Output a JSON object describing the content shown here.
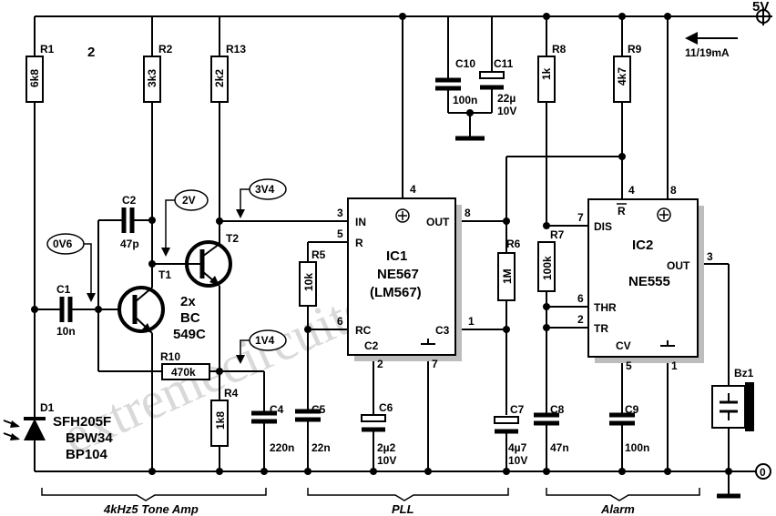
{
  "figure_number": "2",
  "supply": {
    "voltage": "5V",
    "current": "11/19mA",
    "ground": "0"
  },
  "watermark": "extremecircuits.net",
  "sections": [
    "4kHz5 Tone Amp",
    "PLL",
    "Alarm"
  ],
  "resistors": [
    {
      "ref": "R1",
      "value": "6k8"
    },
    {
      "ref": "R2",
      "value": "3k3"
    },
    {
      "ref": "R13",
      "value": "2k2"
    },
    {
      "ref": "R5",
      "value": "10k"
    },
    {
      "ref": "R6",
      "value": "1M"
    },
    {
      "ref": "R7",
      "value": "100k"
    },
    {
      "ref": "R8",
      "value": "1k"
    },
    {
      "ref": "R9",
      "value": "4k7"
    },
    {
      "ref": "R10",
      "value": "470k"
    },
    {
      "ref": "R4",
      "value": "1k8"
    }
  ],
  "capacitors": [
    {
      "ref": "C1",
      "value": "10n"
    },
    {
      "ref": "C2",
      "value": "47p"
    },
    {
      "ref": "C4",
      "value": "220n"
    },
    {
      "ref": "C5",
      "value": "22n"
    },
    {
      "ref": "C6",
      "value": "2µ2",
      "rating": "10V"
    },
    {
      "ref": "C7",
      "value": "4µ7",
      "rating": "10V"
    },
    {
      "ref": "C8",
      "value": "47n"
    },
    {
      "ref": "C9",
      "value": "100n"
    },
    {
      "ref": "C10",
      "value": "100n"
    },
    {
      "ref": "C11",
      "value": "22µ",
      "rating": "10V"
    }
  ],
  "transistors": {
    "refs": [
      "T1",
      "T2"
    ],
    "count": "2x",
    "part": "BC",
    "number": "549C"
  },
  "photodiode": {
    "ref": "D1",
    "parts": [
      "SFH205F",
      "BPW34",
      "BP104"
    ]
  },
  "buzzer": {
    "ref": "Bz1"
  },
  "voltages": [
    "0V6",
    "2V",
    "3V4",
    "1V4"
  ],
  "ic1": {
    "ref": "IC1",
    "part": "NE567",
    "alt": "(LM567)",
    "pins": [
      {
        "num": "4",
        "name": ""
      },
      {
        "num": "3",
        "name": "IN"
      },
      {
        "num": "5",
        "name": "R"
      },
      {
        "num": "6",
        "name": "RC"
      },
      {
        "num": "8",
        "name": "OUT"
      },
      {
        "num": "1",
        "name": "C3"
      },
      {
        "num": "2",
        "name": "C2"
      },
      {
        "num": "7",
        "name": ""
      }
    ]
  },
  "ic2": {
    "ref": "IC2",
    "part": "NE555",
    "pins": [
      {
        "num": "4",
        "name": "R"
      },
      {
        "num": "8",
        "name": ""
      },
      {
        "num": "7",
        "name": "DIS"
      },
      {
        "num": "6",
        "name": "THR"
      },
      {
        "num": "2",
        "name": "TR"
      },
      {
        "num": "5",
        "name": "CV"
      },
      {
        "num": "1",
        "name": ""
      },
      {
        "num": "3",
        "name": "OUT"
      }
    ]
  }
}
